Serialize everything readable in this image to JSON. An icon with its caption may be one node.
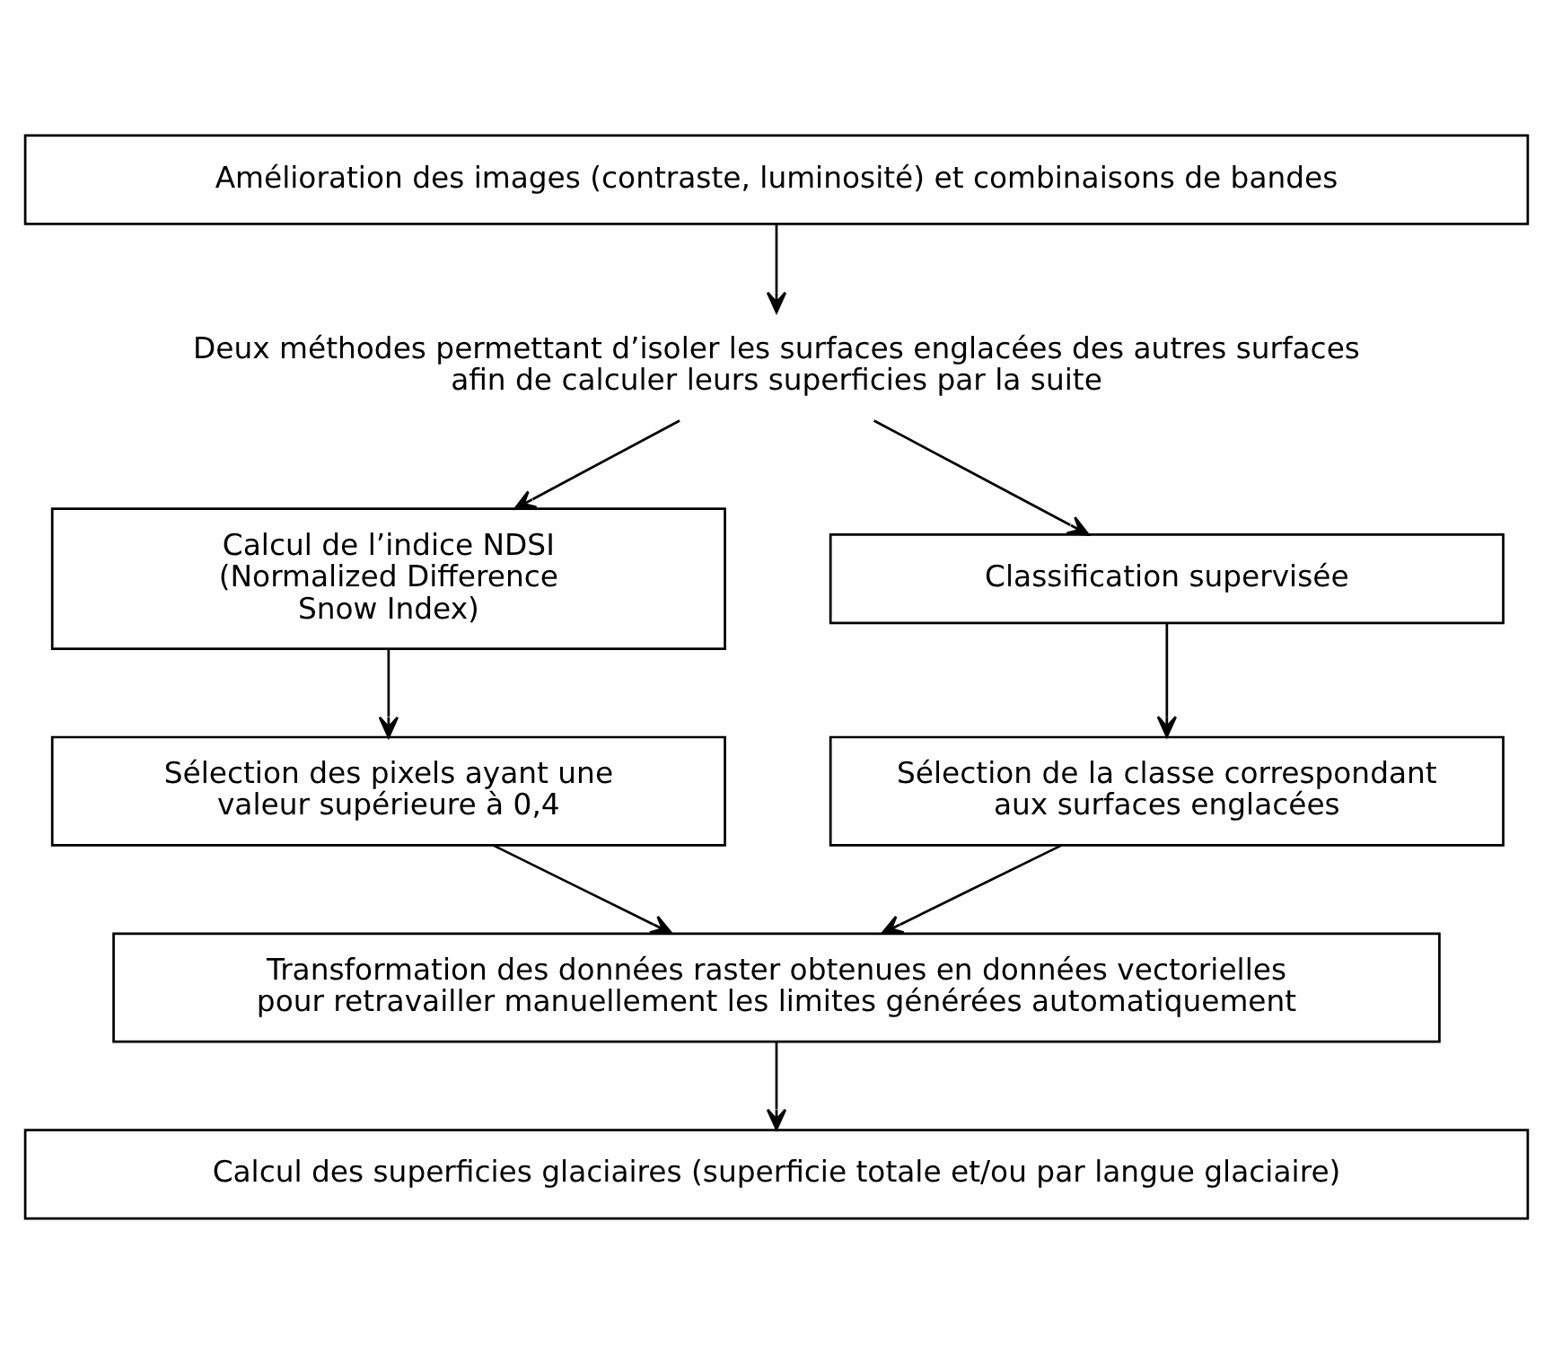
{
  "diagram": {
    "nodes": [
      {
        "text": [
          "Amélioration des images (contraste, luminosité) et combinaisons de bandes"
        ]
      },
      {
        "text": [
          "Deux méthodes permettant d’isoler les surfaces englacées des autres surfaces afin de calculer leurs superficies par la suite"
        ]
      },
      {
        "text": [
          "Calcul de l’indice NDSI (Normalized Difference Snow Index)"
        ]
      },
      {
        "text": [
          "Classification supervisée"
        ]
      },
      {
        "text": [
          "Sélection des pixels ayant une valeur supérieure à 0,4"
        ]
      },
      {
        "text": [
          "Sélection de la classe correspondant aux surfaces englacées"
        ]
      },
      {
        "text": [
          "Transformation des données raster obtenues en données vectorielles pour retravailler manuellement les limites générées automatiquement"
        ]
      },
      {
        "text": [
          "Calcul des superficies glaciaires (superficie totale et/ou par langue glaciaire)"
        ]
      }
    ],
    "edges": [
      {
        "from": 0,
        "to": 1,
        "arrow": "to"
      },
      {
        "from": 1,
        "to": 2,
        "arrow": "to"
      },
      {
        "from": 1,
        "to": 3,
        "arrow": "to"
      },
      {
        "from": 2,
        "to": 4,
        "arrow": "to"
      },
      {
        "from": 3,
        "to": 5,
        "arrow": "to"
      },
      {
        "from": 4,
        "to": 6,
        "arrow": "to"
      },
      {
        "from": 5,
        "to": 6,
        "arrow": "to"
      },
      {
        "from": 6,
        "to": 7,
        "arrow": "to"
      }
    ]
  }
}
